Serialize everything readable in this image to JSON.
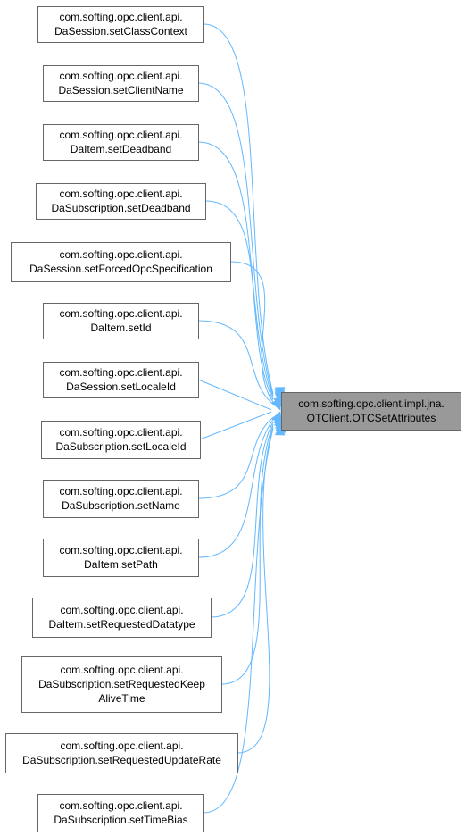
{
  "target": {
    "lines": [
      "com.softing.opc.client.impl.jna.",
      "OTClient.OTCSetAttributes"
    ]
  },
  "callers": [
    {
      "id": "setClassContext",
      "lines": [
        "com.softing.opc.client.api.",
        "DaSession.setClassContext"
      ]
    },
    {
      "id": "setClientName",
      "lines": [
        "com.softing.opc.client.api.",
        "DaSession.setClientName"
      ]
    },
    {
      "id": "daitem-setDeadband",
      "lines": [
        "com.softing.opc.client.api.",
        "DaItem.setDeadband"
      ]
    },
    {
      "id": "dasubscription-setDeadband",
      "lines": [
        "com.softing.opc.client.api.",
        "DaSubscription.setDeadband"
      ]
    },
    {
      "id": "setForcedOpcSpecification",
      "lines": [
        "com.softing.opc.client.api.",
        "DaSession.setForcedOpcSpecification"
      ]
    },
    {
      "id": "setId",
      "lines": [
        "com.softing.opc.client.api.",
        "DaItem.setId"
      ]
    },
    {
      "id": "dasession-setLocaleId",
      "lines": [
        "com.softing.opc.client.api.",
        "DaSession.setLocaleId"
      ]
    },
    {
      "id": "dasubscription-setLocaleId",
      "lines": [
        "com.softing.opc.client.api.",
        "DaSubscription.setLocaleId"
      ]
    },
    {
      "id": "setName",
      "lines": [
        "com.softing.opc.client.api.",
        "DaSubscription.setName"
      ]
    },
    {
      "id": "setPath",
      "lines": [
        "com.softing.opc.client.api.",
        "DaItem.setPath"
      ]
    },
    {
      "id": "setRequestedDatatype",
      "lines": [
        "com.softing.opc.client.api.",
        "DaItem.setRequestedDatatype"
      ]
    },
    {
      "id": "setRequestedKeepAliveTime",
      "lines": [
        "com.softing.opc.client.api.",
        "DaSubscription.setRequestedKeep",
        "AliveTime"
      ]
    },
    {
      "id": "setRequestedUpdateRate",
      "lines": [
        "com.softing.opc.client.api.",
        "DaSubscription.setRequestedUpdateRate"
      ]
    },
    {
      "id": "setTimeBias",
      "lines": [
        "com.softing.opc.client.api.",
        "DaSubscription.setTimeBias"
      ]
    }
  ],
  "colors": {
    "edge": "#63b8ff",
    "node_border": "#666666",
    "target_fill": "#999999",
    "node_fill": "#ffffff"
  }
}
